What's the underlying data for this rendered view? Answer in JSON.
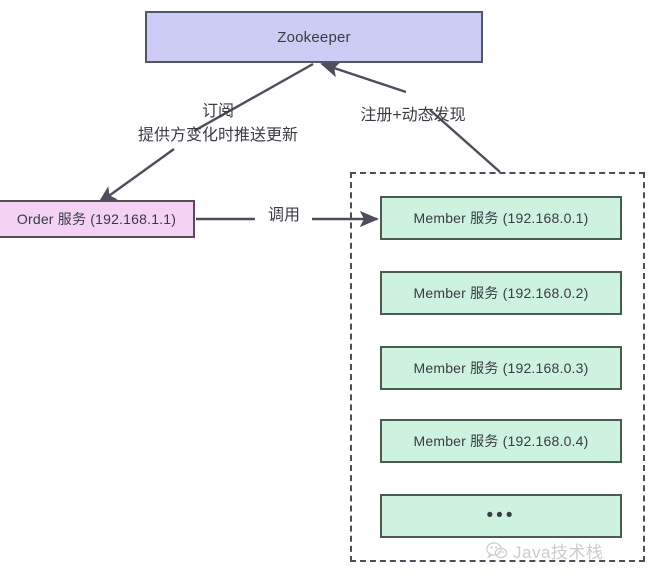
{
  "diagram": {
    "title_node": {
      "label": "Zookeeper"
    },
    "consumer": {
      "label": "Order 服务 (192.168.1.1)",
      "fill": "#f3d2f3"
    },
    "providers": {
      "fill": "#cdf2df",
      "items": [
        {
          "label": "Member 服务 (192.168.0.1)"
        },
        {
          "label": "Member 服务 (192.168.0.2)"
        },
        {
          "label": "Member 服务 (192.168.0.3)"
        },
        {
          "label": "Member 服务 (192.168.0.4)"
        },
        {
          "label": "•••"
        }
      ]
    },
    "edges": {
      "subscribe": "订阅\n提供方变化时推送更新",
      "subscribe_line1": "订阅",
      "subscribe_line2": "提供方变化时推送更新",
      "register": "注册+动态发现",
      "invoke": "调用"
    },
    "colors": {
      "zookeeper_fill": "#ccccf4",
      "order_fill": "#f3d2f3",
      "member_fill": "#cdf2df",
      "border": "#4d4d5c",
      "text": "#3b3b45"
    }
  },
  "watermark": {
    "text": "Java技术栈",
    "icon": "wechat-icon"
  }
}
